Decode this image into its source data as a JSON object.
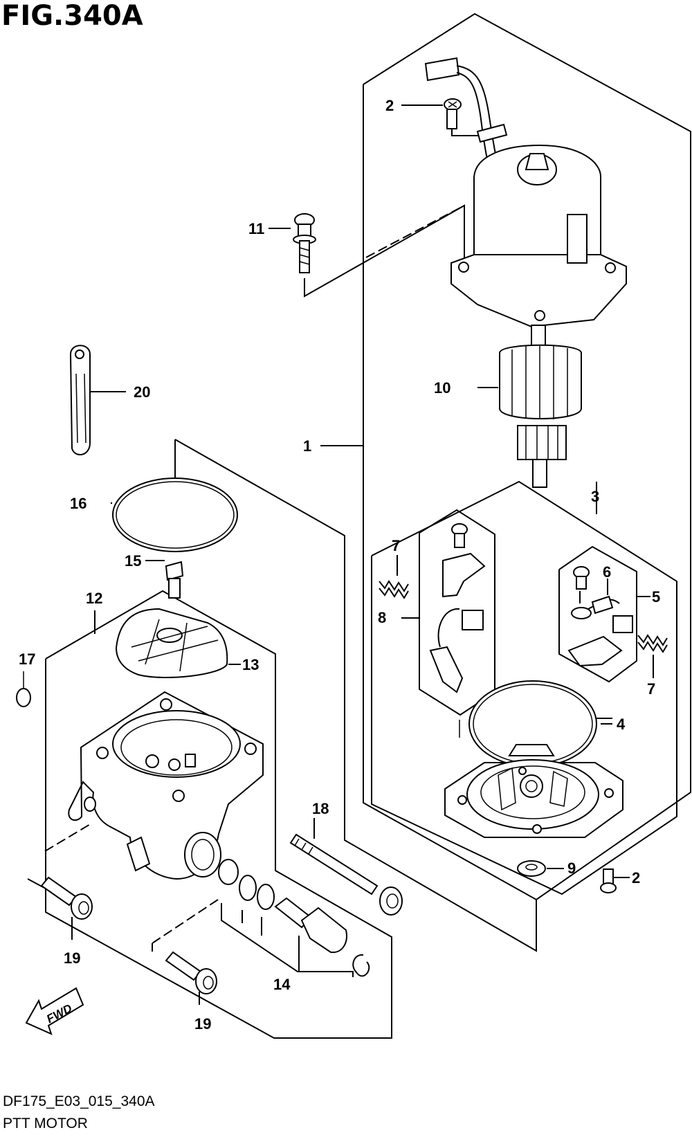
{
  "figure_title": "FIG.340A",
  "footer_code": "DF175_E03_015_340A",
  "footer_name": "PTT MOTOR",
  "direction_badge": "FWD",
  "callouts": {
    "c1": "1",
    "c2a": "2",
    "c2b": "2",
    "c3": "3",
    "c4": "4",
    "c5": "5",
    "c6": "6",
    "c7a": "7",
    "c7b": "7",
    "c8": "8",
    "c9": "9",
    "c10": "10",
    "c11": "11",
    "c12": "12",
    "c13": "13",
    "c14": "14",
    "c15": "15",
    "c16": "16",
    "c17": "17",
    "c18": "18",
    "c19a": "19",
    "c19b": "19",
    "c20": "20"
  }
}
